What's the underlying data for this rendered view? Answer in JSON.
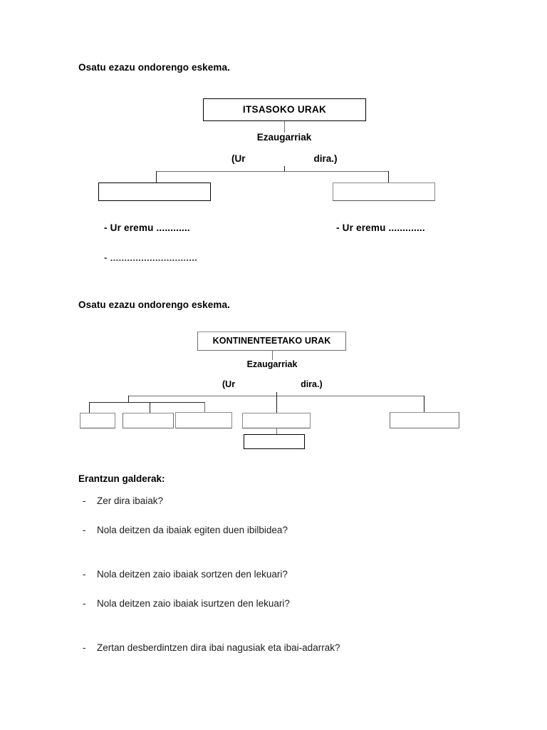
{
  "document": {
    "language": "eu",
    "background_color": "#ffffff",
    "text_color": "#000000",
    "line_color": "#6f6f6f"
  },
  "section_one": {
    "heading": "Osatu ezazu ondorengo eskema.",
    "root_box_label": "ITSASOKO URAK",
    "subtitle": "Ezaugarriak",
    "paren_open": "(Ur",
    "paren_close": "dira.)",
    "child_boxes": [
      {
        "label": ""
      },
      {
        "label": ""
      }
    ],
    "fill_lines_left": [
      "- Ur eremu ............",
      "- ..............................."
    ],
    "fill_lines_right": [
      "- Ur eremu ............."
    ]
  },
  "section_two": {
    "heading": "Osatu ezazu ondorengo eskema.",
    "root_box_label": "KONTINENTEETAKO URAK",
    "subtitle": "Ezaugarriak",
    "paren_open": "(Ur",
    "paren_close": "dira.)",
    "child_boxes": [
      {
        "label": ""
      },
      {
        "label": ""
      },
      {
        "label": ""
      },
      {
        "label": ""
      },
      {
        "label": ""
      }
    ],
    "sub_child_box": {
      "label": ""
    }
  },
  "questions": {
    "heading": "Erantzun galderak:",
    "bullet": "-",
    "items": [
      "Zer dira ibaiak?",
      "Nola deitzen da ibaiak egiten duen ibilbidea?",
      "Nola deitzen zaio ibaiak sortzen den lekuari?",
      "Nola deitzen zaio ibaiak isurtzen den lekuari?",
      "Zertan desberdintzen dira ibai nagusiak eta ibai-adarrak?"
    ]
  }
}
